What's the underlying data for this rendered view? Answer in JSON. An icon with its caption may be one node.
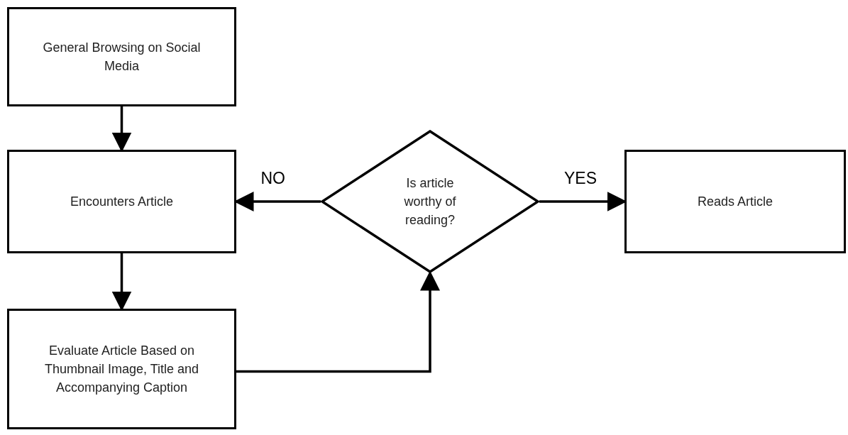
{
  "diagram": {
    "nodes": [
      {
        "text": [
          "General Browsing on Social Media"
        ]
      },
      {
        "text": [
          "Encounters Article"
        ]
      },
      {
        "text": [
          "Evaluate Article Based on Thumbnail Image, Title and Accompanying Caption"
        ]
      },
      {
        "text": [
          "Is article worthy of reading?"
        ]
      },
      {
        "text": [
          "Reads Article"
        ]
      }
    ],
    "edges": [
      {
        "from": 0,
        "to": 1,
        "arrow": "to"
      },
      {
        "from": 1,
        "to": 2,
        "arrow": "to"
      },
      {
        "from": 2,
        "to": 3,
        "arrow": "to"
      },
      {
        "from": 3,
        "to": 1,
        "arrow": "to",
        "label": "NO"
      },
      {
        "from": 3,
        "to": 4,
        "arrow": "to",
        "label": "YES"
      }
    ]
  }
}
